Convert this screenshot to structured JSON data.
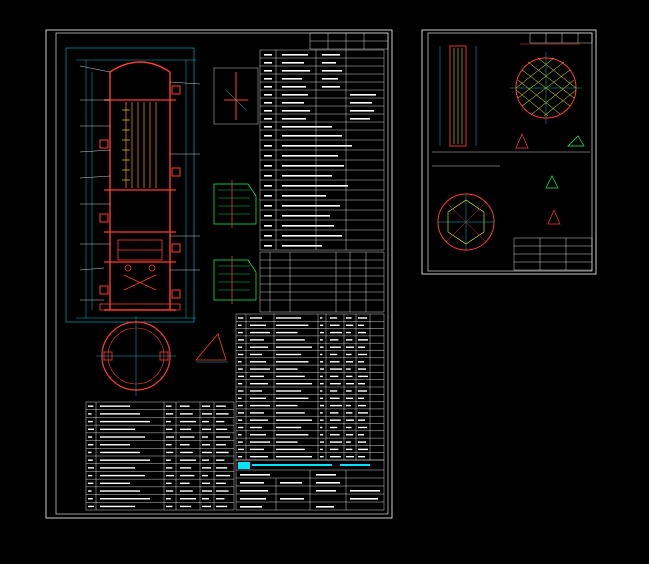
{
  "sheets": [
    {
      "name": "main-drawing-sheet"
    },
    {
      "name": "detail-drawing-sheet"
    }
  ],
  "colors": {
    "background": "#000000",
    "frame": "#ffffff",
    "vessel": "#ff3b30",
    "dimension": "#00e5ff",
    "table_line": "#ffffff",
    "hatch": "#00ff66",
    "accent": "#ffff00",
    "tube": "#ff9900"
  },
  "balloon_numbers": [
    "26",
    "25",
    "24",
    "23",
    "22",
    "21",
    "20",
    "19",
    "18",
    "17",
    "16",
    "15",
    "14",
    "13",
    "12",
    "11",
    "10",
    "9",
    "8",
    "7",
    "6",
    "5",
    "4",
    "3",
    "2",
    "1"
  ],
  "table_rows_visible": 26
}
